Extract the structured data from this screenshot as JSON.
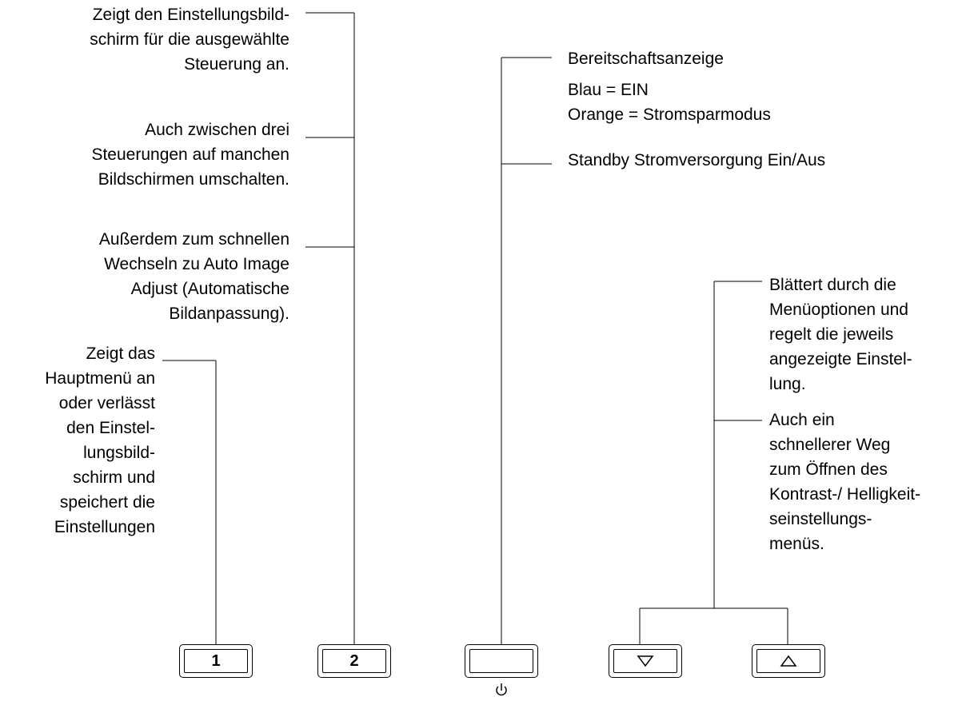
{
  "callouts": {
    "settings_screen": "Zeigt den Einstellungsbild-\nschirm für die ausgewählte\nSteuerung an.",
    "switch_controls": "Auch zwischen drei\nSteuerungen auf manchen\nBildschirmen umschalten.",
    "auto_adjust": "Außerdem zum schnellen\nWechseln zu Auto Image\nAdjust (Automatische\nBildanpassung).",
    "main_menu": "Zeigt das\nHauptmenü an\noder verlässt\nden Einstel-\nlungsbild-\nschirm und\nspeichert die\nEinstellungen",
    "standby_indicator": "Bereitschaftsanzeige",
    "blue_on": "Blau = EIN",
    "orange_saving": "Orange = Stromsparmodus",
    "standby_power": "Standby Stromversorgung Ein/Aus",
    "scroll_menu": "Blättert durch die\nMenüoptionen und\nregelt die jeweils\nangezeigte Einstel-\nlung.",
    "contrast_shortcut": "Auch ein\nschnellerer Weg\nzum Öffnen des\nKontrast-/ Helligkeit-\nseinstellungs-\nmenüs."
  },
  "buttons": {
    "button_1": "1",
    "button_2": "2",
    "power_icon": "power-icon",
    "down_icon": "triangle-down-icon",
    "up_icon": "triangle-up-icon"
  }
}
